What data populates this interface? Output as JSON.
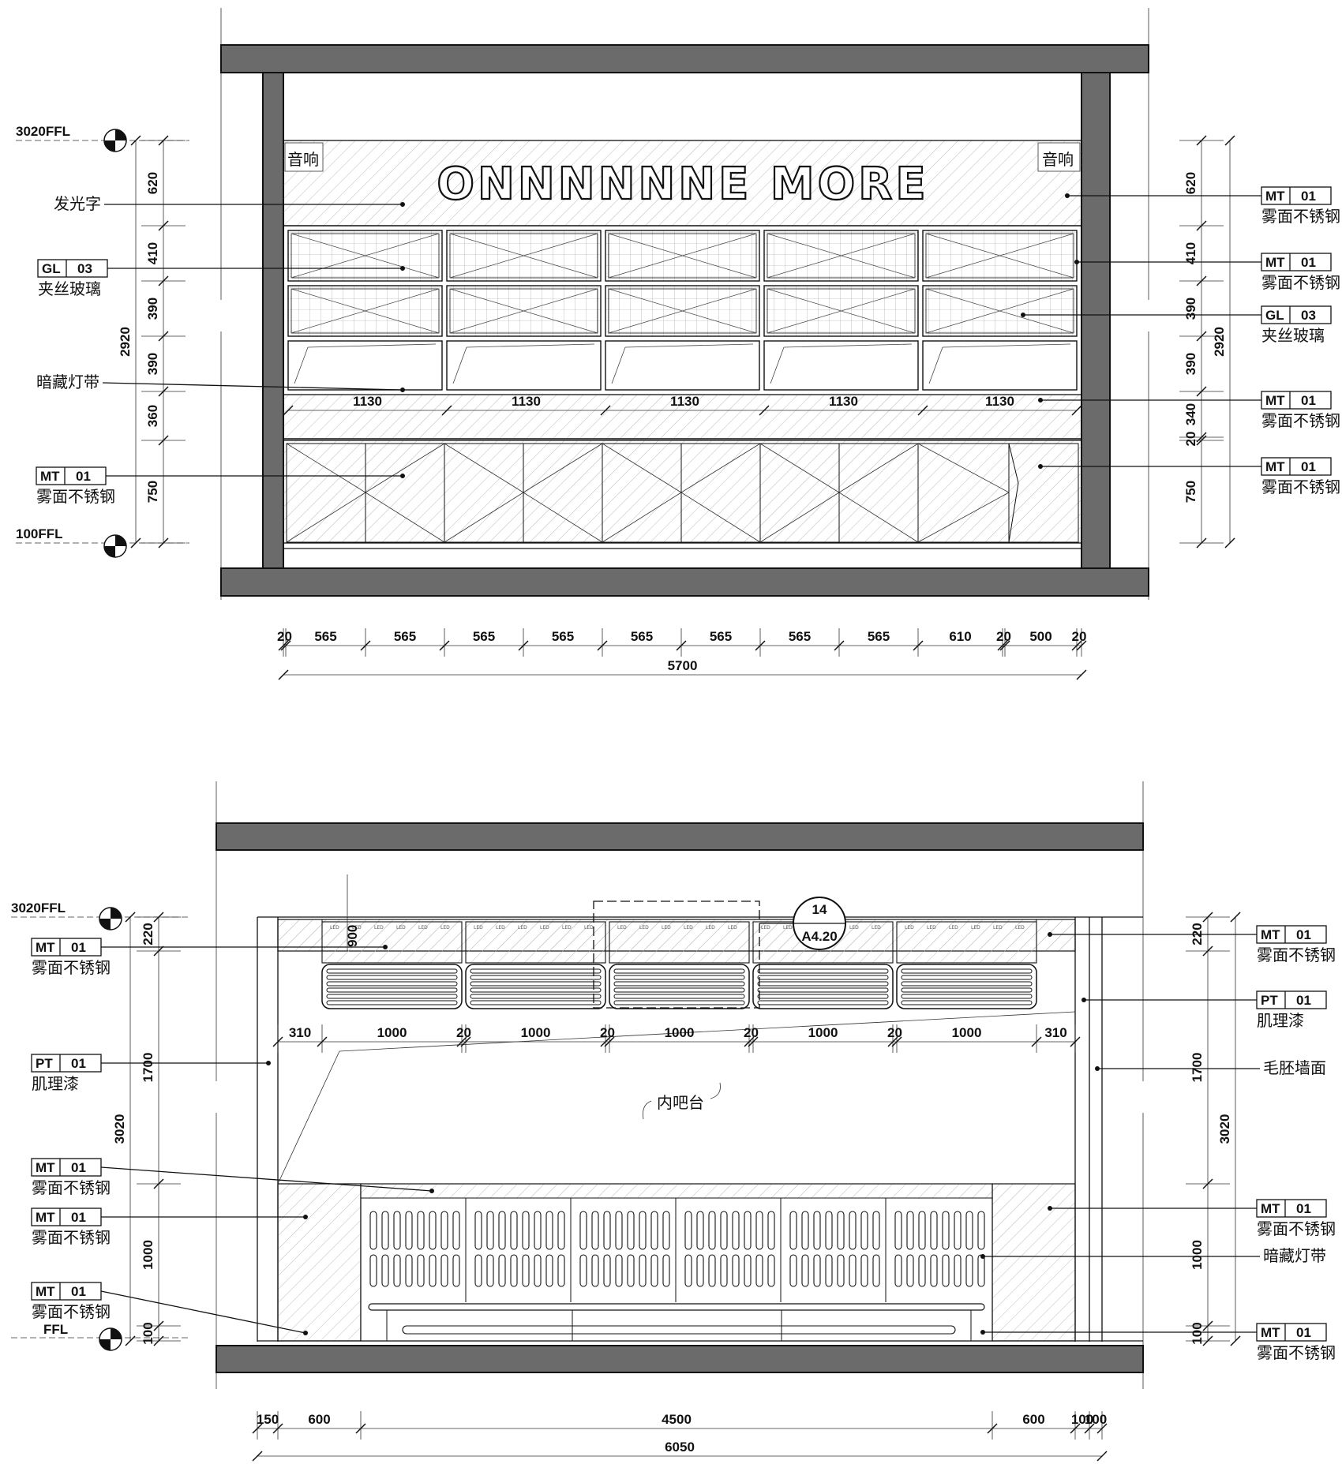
{
  "elevation_1": {
    "brand_text": "ONNNNNNE MORE",
    "speaker_left": "音响",
    "speaker_right": "音响",
    "level_top": "3020FFL",
    "level_bottom": "100FFL",
    "left_dims": [
      "620",
      "410",
      "390",
      "390",
      "360",
      "750"
    ],
    "left_total": "2920",
    "right_dims": [
      "620",
      "410",
      "390",
      "390",
      "340",
      "20",
      "750"
    ],
    "right_total": "2920",
    "shelf_widths": [
      "1130",
      "1130",
      "1130",
      "1130",
      "1130"
    ],
    "bottom_dims": [
      "20",
      "565",
      "565",
      "565",
      "565",
      "565",
      "565",
      "565",
      "565",
      "610",
      "20",
      "500",
      "20"
    ],
    "bottom_total": "5700",
    "left_labels": [
      {
        "text": "发光字"
      },
      {
        "code": "GL",
        "num": "03",
        "desc": "夹丝玻璃"
      },
      {
        "text": "暗藏灯带"
      },
      {
        "code": "MT",
        "num": "01",
        "desc": "雾面不锈钢"
      }
    ],
    "right_labels": [
      {
        "code": "MT",
        "num": "01",
        "desc": "雾面不锈钢"
      },
      {
        "code": "MT",
        "num": "01",
        "desc": "雾面不锈钢"
      },
      {
        "code": "GL",
        "num": "03",
        "desc": "夹丝玻璃"
      },
      {
        "code": "MT",
        "num": "01",
        "desc": "雾面不锈钢"
      },
      {
        "code": "MT",
        "num": "01",
        "desc": "雾面不锈钢"
      }
    ]
  },
  "elevation_2": {
    "level_top": "3020FFL",
    "level_bottom": "FFL",
    "left_dims": [
      "220",
      "1700",
      "1000",
      "100"
    ],
    "left_total": "3020",
    "right_dims": [
      "220",
      "1700",
      "1000",
      "100"
    ],
    "right_total": "3020",
    "panel_height": "900",
    "upper_dims": [
      "310",
      "1000",
      "20",
      "1000",
      "20",
      "1000",
      "20",
      "1000",
      "20",
      "1000",
      "310"
    ],
    "bottom_dims": [
      "150",
      "600",
      "4500",
      "600",
      "100",
      "100"
    ],
    "bottom_total": "6050",
    "detail_num": "14",
    "detail_sheet": "A4.20",
    "bar_label": "内吧台",
    "led_mark": "LED",
    "left_labels": [
      {
        "code": "MT",
        "num": "01",
        "desc": "雾面不锈钢"
      },
      {
        "code": "PT",
        "num": "01",
        "desc": "肌理漆"
      },
      {
        "code": "MT",
        "num": "01",
        "desc": "雾面不锈钢"
      },
      {
        "code": "MT",
        "num": "01",
        "desc": "雾面不锈钢"
      },
      {
        "code": "MT",
        "num": "01",
        "desc": "雾面不锈钢"
      }
    ],
    "right_labels": [
      {
        "code": "MT",
        "num": "01",
        "desc": "雾面不锈钢"
      },
      {
        "code": "PT",
        "num": "01",
        "desc": "肌理漆"
      },
      {
        "text": "毛胚墙面"
      },
      {
        "code": "MT",
        "num": "01",
        "desc": "雾面不锈钢"
      },
      {
        "text": "暗藏灯带"
      },
      {
        "code": "MT",
        "num": "01",
        "desc": "雾面不锈钢"
      }
    ]
  }
}
